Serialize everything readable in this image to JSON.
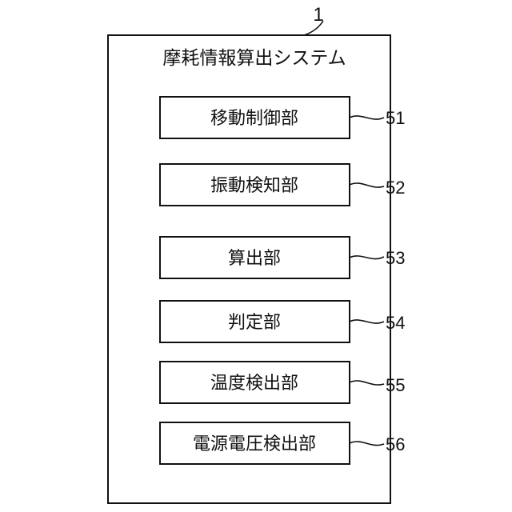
{
  "system": {
    "ref": "1",
    "title": "摩耗情報算出システム"
  },
  "modules": [
    {
      "label": "移動制御部",
      "ref": "51"
    },
    {
      "label": "振動検知部",
      "ref": "52"
    },
    {
      "label": "算出部",
      "ref": "53"
    },
    {
      "label": "判定部",
      "ref": "54"
    },
    {
      "label": "温度検出部",
      "ref": "55"
    },
    {
      "label": "電源電圧検出部",
      "ref": "56"
    }
  ]
}
